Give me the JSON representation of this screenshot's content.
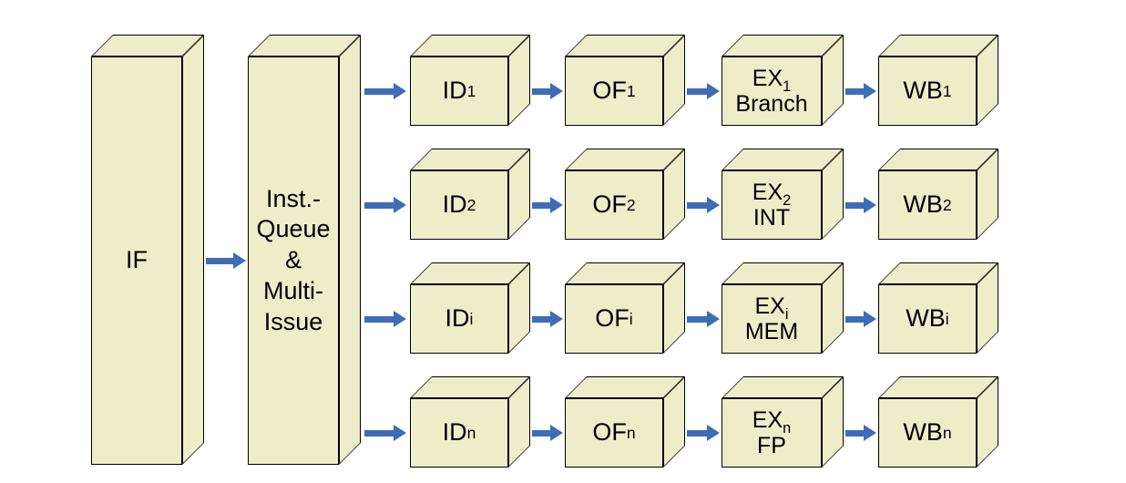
{
  "colors": {
    "page_bg": "#ffffff",
    "box_fill": "#ededca",
    "box_stroke": "#000000",
    "arrow": "#3e6db5"
  },
  "pipeline": {
    "fetch": {
      "label": "IF"
    },
    "queue": {
      "label": "Inst.-\nQueue\n&\nMulti-\nIssue"
    },
    "rows": [
      {
        "id_base": "ID",
        "id_sub": "1",
        "of_base": "OF",
        "of_sub": "1",
        "ex_base": "EX",
        "ex_sub": "1",
        "ex_unit": "Branch",
        "wb_base": "WB",
        "wb_sub": "1"
      },
      {
        "id_base": "ID",
        "id_sub": "2",
        "of_base": "OF",
        "of_sub": "2",
        "ex_base": "EX",
        "ex_sub": "2",
        "ex_unit": "INT",
        "wb_base": "WB",
        "wb_sub": "2"
      },
      {
        "id_base": "ID",
        "id_sub": "i",
        "of_base": "OF",
        "of_sub": "i",
        "ex_base": "EX",
        "ex_sub": "i",
        "ex_unit": "MEM",
        "wb_base": "WB",
        "wb_sub": "i"
      },
      {
        "id_base": "ID",
        "id_sub": "n",
        "of_base": "OF",
        "of_sub": "n",
        "ex_base": "EX",
        "ex_sub": "n",
        "ex_unit": "FP",
        "wb_base": "WB",
        "wb_sub": "n"
      }
    ]
  }
}
